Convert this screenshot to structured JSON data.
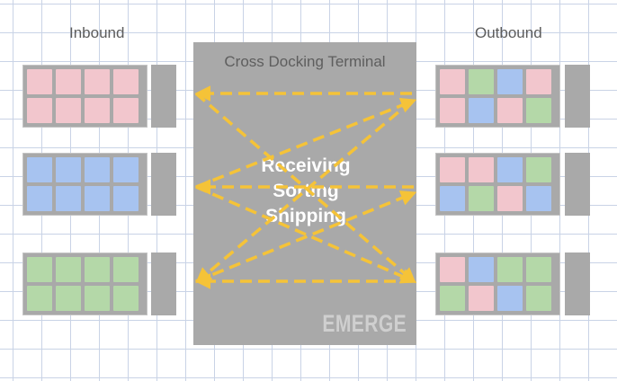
{
  "labels": {
    "inbound": "Inbound",
    "outbound": "Outbound"
  },
  "terminal": {
    "title": "Cross Docking Terminal",
    "steps": [
      "Receiving",
      "Sorting",
      "Shipping"
    ],
    "watermark": "EMERGE"
  },
  "colors": {
    "pink": "#f2c6cd",
    "blue": "#a7c3f0",
    "green": "#b4d8a8",
    "route": "#f5c338",
    "terminal": "#a9a9a9"
  },
  "inbound_trucks": [
    {
      "pallets": [
        "pink",
        "pink",
        "pink",
        "pink",
        "pink",
        "pink",
        "pink",
        "pink"
      ]
    },
    {
      "pallets": [
        "blue",
        "blue",
        "blue",
        "blue",
        "blue",
        "blue",
        "blue",
        "blue"
      ]
    },
    {
      "pallets": [
        "green",
        "green",
        "green",
        "green",
        "green",
        "green",
        "green",
        "green"
      ]
    }
  ],
  "outbound_trucks": [
    {
      "pallets": [
        "pink",
        "green",
        "blue",
        "pink",
        "pink",
        "blue",
        "pink",
        "green"
      ]
    },
    {
      "pallets": [
        "pink",
        "pink",
        "blue",
        "green",
        "blue",
        "green",
        "pink",
        "blue"
      ]
    },
    {
      "pallets": [
        "pink",
        "blue",
        "green",
        "green",
        "green",
        "pink",
        "blue",
        "green"
      ]
    }
  ]
}
